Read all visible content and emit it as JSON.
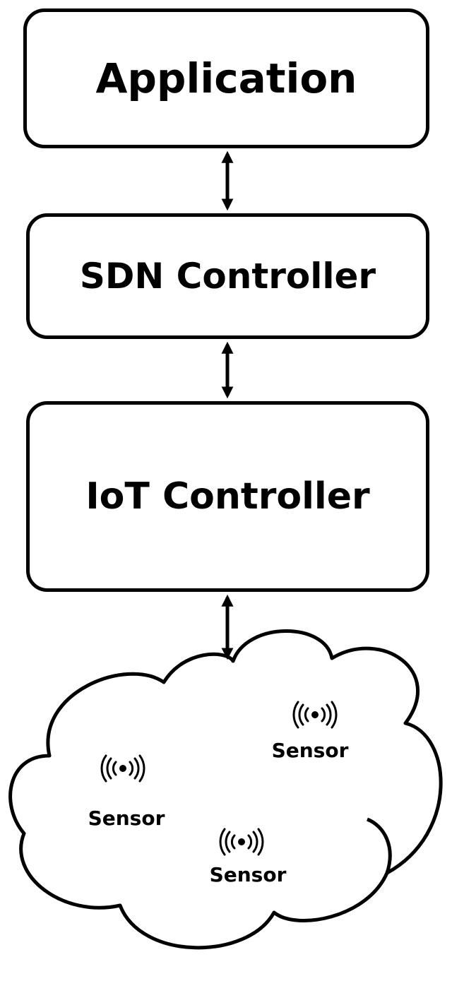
{
  "layers": {
    "application": "Application",
    "sdn_controller": "SDN Controller",
    "iot_controller": "IoT Controller"
  },
  "network": {
    "sensors": [
      {
        "label": "Sensor",
        "icon": "wireless-signal-icon"
      },
      {
        "label": "Sensor",
        "icon": "wireless-signal-icon"
      },
      {
        "label": "Sensor",
        "icon": "wireless-signal-icon"
      }
    ]
  },
  "colors": {
    "stroke": "#000000",
    "background": "#ffffff"
  }
}
